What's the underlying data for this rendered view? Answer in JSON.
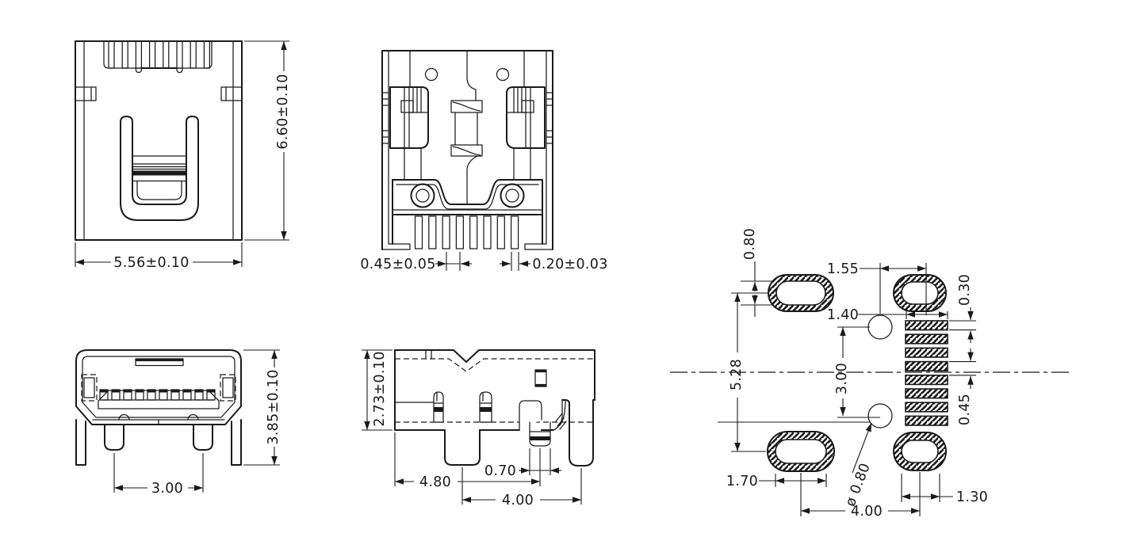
{
  "drawing": {
    "title": "connector-engineering-drawing",
    "line_color": "#1a1a1a",
    "background": "#ffffff",
    "views": {
      "rear": {
        "width": "5.56±0.10",
        "height": "6.60±0.10"
      },
      "top": {
        "pin_pitch": "0.45±0.05",
        "pin_thickness": "0.20±0.03"
      },
      "front": {
        "bump_spacing": "3.00",
        "height": "3.85±0.10"
      },
      "side": {
        "height": "2.73±0.10",
        "body_width": "4.80",
        "pin_width": "0.70",
        "leg_spacing": "4.00"
      },
      "footprint": {
        "slot_inner_height": "0.80",
        "hole_to_pad": "1.55",
        "pad_height": "0.30",
        "pad_width": "1.40",
        "slot_row_spacing": "5.28",
        "hole_spacing": "3.00",
        "pad_pitch": "0.45",
        "slot_inner_width_left": "1.70",
        "hole_diameter": "ø 0.80",
        "slot_spacing": "4.00",
        "slot_inner_width_right": "1.30"
      }
    }
  }
}
